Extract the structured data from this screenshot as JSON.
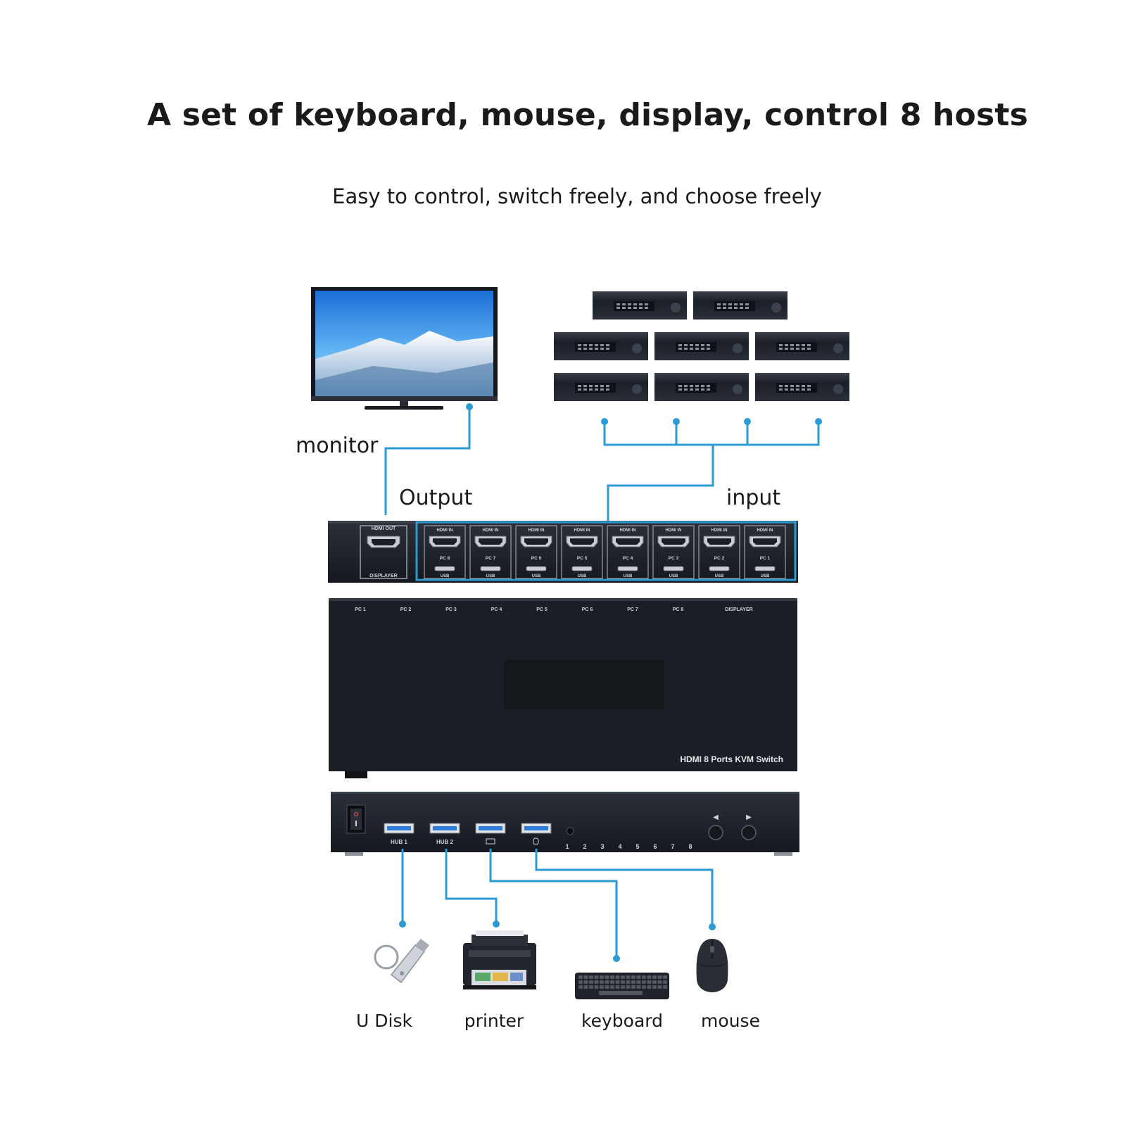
{
  "title": "A set of keyboard, mouse, display, control 8 hosts",
  "subtitle": "Easy to control, switch freely, and choose freely",
  "labels": {
    "monitor": "monitor",
    "output": "Output",
    "input": "input"
  },
  "back_panel": {
    "hdmi_out": "HDMI OUT",
    "displayer": "DISPLAYER",
    "hdmi_in": "HDMI IN",
    "usb": "USB",
    "ports": [
      "PC 8",
      "PC 7",
      "PC 6",
      "PC 5",
      "PC 4",
      "PC 3",
      "PC 2",
      "PC 1"
    ]
  },
  "top_panel": {
    "indicators": [
      "PC 1",
      "PC 2",
      "PC 3",
      "PC 4",
      "PC 5",
      "PC 6",
      "PC 7",
      "PC 8",
      "DISPLAYER"
    ],
    "product_name": "HDMI 8 Ports KVM Switch"
  },
  "front_panel": {
    "hub1": "HUB 1",
    "hub2": "HUB 2",
    "numbers": [
      "1",
      "2",
      "3",
      "4",
      "5",
      "6",
      "7",
      "8"
    ],
    "left_arrow": "◀",
    "right_arrow": "▶"
  },
  "devices": {
    "udisk": "U Disk",
    "printer": "printer",
    "keyboard": "keyboard",
    "mouse": "mouse"
  },
  "colors": {
    "line": "#2b9bd1",
    "device": "#1f2430",
    "panel": "#23272f"
  }
}
